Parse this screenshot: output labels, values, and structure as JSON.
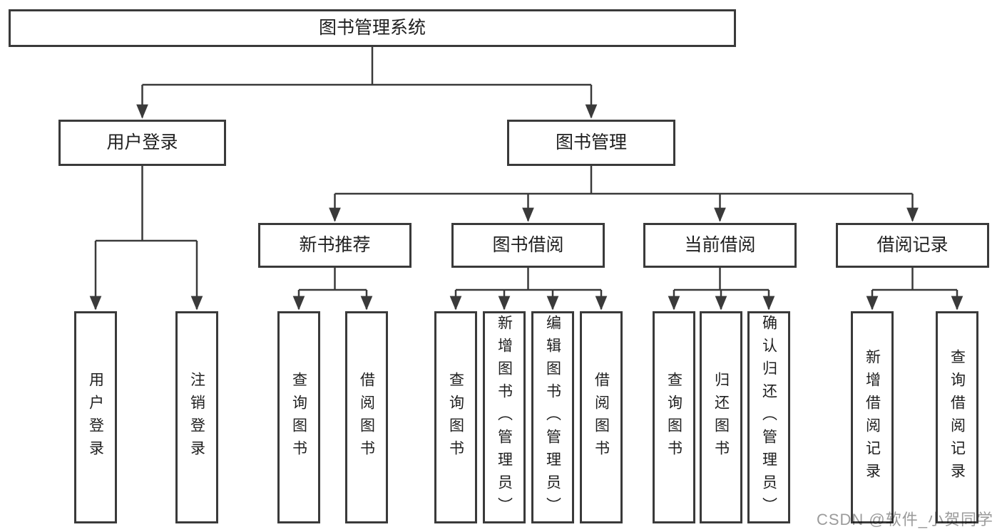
{
  "page": {
    "background": "#ffffff"
  },
  "style": {
    "box_border_color": "#3a3a3a",
    "connector_color": "#3a3a3a",
    "text_color": "#1f1f1f",
    "watermark_color": "#9b9b9b"
  },
  "tree": {
    "label": "图书管理系统",
    "children": [
      {
        "label": "用户登录",
        "children": [
          {
            "label": "用户登录"
          },
          {
            "label": "注销登录"
          }
        ]
      },
      {
        "label": "图书管理",
        "children": [
          {
            "label": "新书推荐",
            "children": [
              {
                "label": "查询图书"
              },
              {
                "label": "借阅图书"
              }
            ]
          },
          {
            "label": "图书借阅",
            "children": [
              {
                "label": "查询图书"
              },
              {
                "label": "新增图书（管理员）"
              },
              {
                "label": "编辑图书（管理员）"
              },
              {
                "label": "借阅图书"
              }
            ]
          },
          {
            "label": "当前借阅",
            "children": [
              {
                "label": "查询图书"
              },
              {
                "label": "归还图书"
              },
              {
                "label": "确认归还（管理员）"
              }
            ]
          },
          {
            "label": "借阅记录",
            "children": [
              {
                "label": "新增借阅记录"
              },
              {
                "label": "查询借阅记录"
              }
            ]
          }
        ]
      }
    ]
  },
  "watermark": {
    "text": "CSDN @软件_小贺同学"
  }
}
